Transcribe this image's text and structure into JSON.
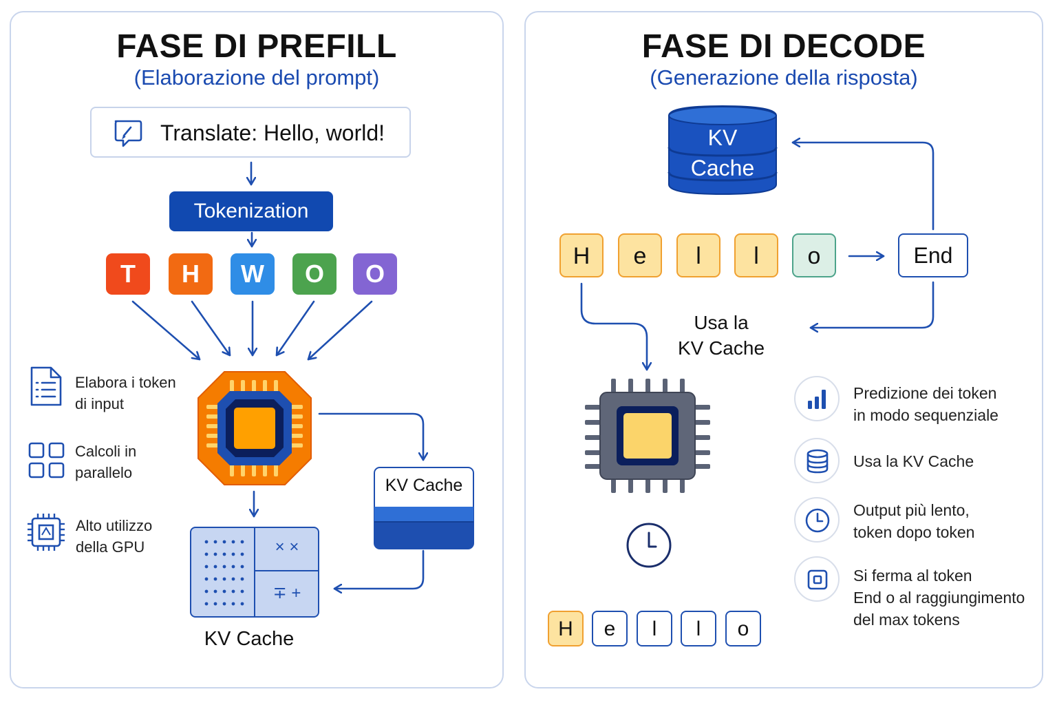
{
  "prefill": {
    "title": "FASE DI PREFILL",
    "subtitle": "(Elaborazione del prompt)",
    "prompt": "Translate: Hello, world!",
    "tokenization_label": "Tokenization",
    "tokens": [
      {
        "label": "T",
        "color": "#f04a1c"
      },
      {
        "label": "H",
        "color": "#f26a12"
      },
      {
        "label": "W",
        "color": "#2f8de6"
      },
      {
        "label": "O",
        "color": "#4ca34e"
      },
      {
        "label": "O",
        "color": "#8365d3"
      }
    ],
    "features": [
      {
        "icon": "document-list-icon",
        "line1": "Elabora i token",
        "line2": "di input"
      },
      {
        "icon": "grid-squares-icon",
        "line1": "Calcoli in",
        "line2": "parallelo"
      },
      {
        "icon": "gpu-chip-icon",
        "line1": "Alto utilizzo",
        "line2": "della GPU"
      }
    ],
    "kv_cache_small": "KV Cache",
    "kv_cache_label": "KV Cache",
    "grid_ops": {
      "top": "× ×",
      "bottom": "∓ +"
    }
  },
  "decode": {
    "title": "FASE DI DECODE",
    "subtitle": "(Generazione della risposta)",
    "kv_cache_line1": "KV",
    "kv_cache_line2": "Cache",
    "tokens": [
      {
        "label": "H",
        "bg": "#fde3a0",
        "border": "#f0a030"
      },
      {
        "label": "e",
        "bg": "#fde3a0",
        "border": "#f0a030"
      },
      {
        "label": "l",
        "bg": "#fde3a0",
        "border": "#f0a030"
      },
      {
        "label": "l",
        "bg": "#fde3a0",
        "border": "#f0a030"
      },
      {
        "label": "o",
        "bg": "#dcefe6",
        "border": "#4ca38a"
      }
    ],
    "end_label": "End",
    "usa_kv_line1": "Usa la",
    "usa_kv_line2": "KV Cache",
    "features": [
      {
        "icon": "bar-chart-icon",
        "line1": "Predizione dei token",
        "line2": "in modo sequenziale",
        "line3": ""
      },
      {
        "icon": "database-icon",
        "line1": "Usa la KV Cache",
        "line2": "",
        "line3": ""
      },
      {
        "icon": "clock-icon",
        "line1": "Output più lento,",
        "line2": "token dopo token",
        "line3": ""
      },
      {
        "icon": "stop-square-icon",
        "line1": "Si ferma al token",
        "line2": "End o al raggiungimento",
        "line3": "del max tokens"
      }
    ],
    "output_tokens": [
      "H",
      "e",
      "l",
      "l",
      "o"
    ]
  },
  "colors": {
    "accent": "#1149b0",
    "border": "#c9d5ec",
    "chip_orange": "#f57c00",
    "chip_core": "#ffa000"
  }
}
